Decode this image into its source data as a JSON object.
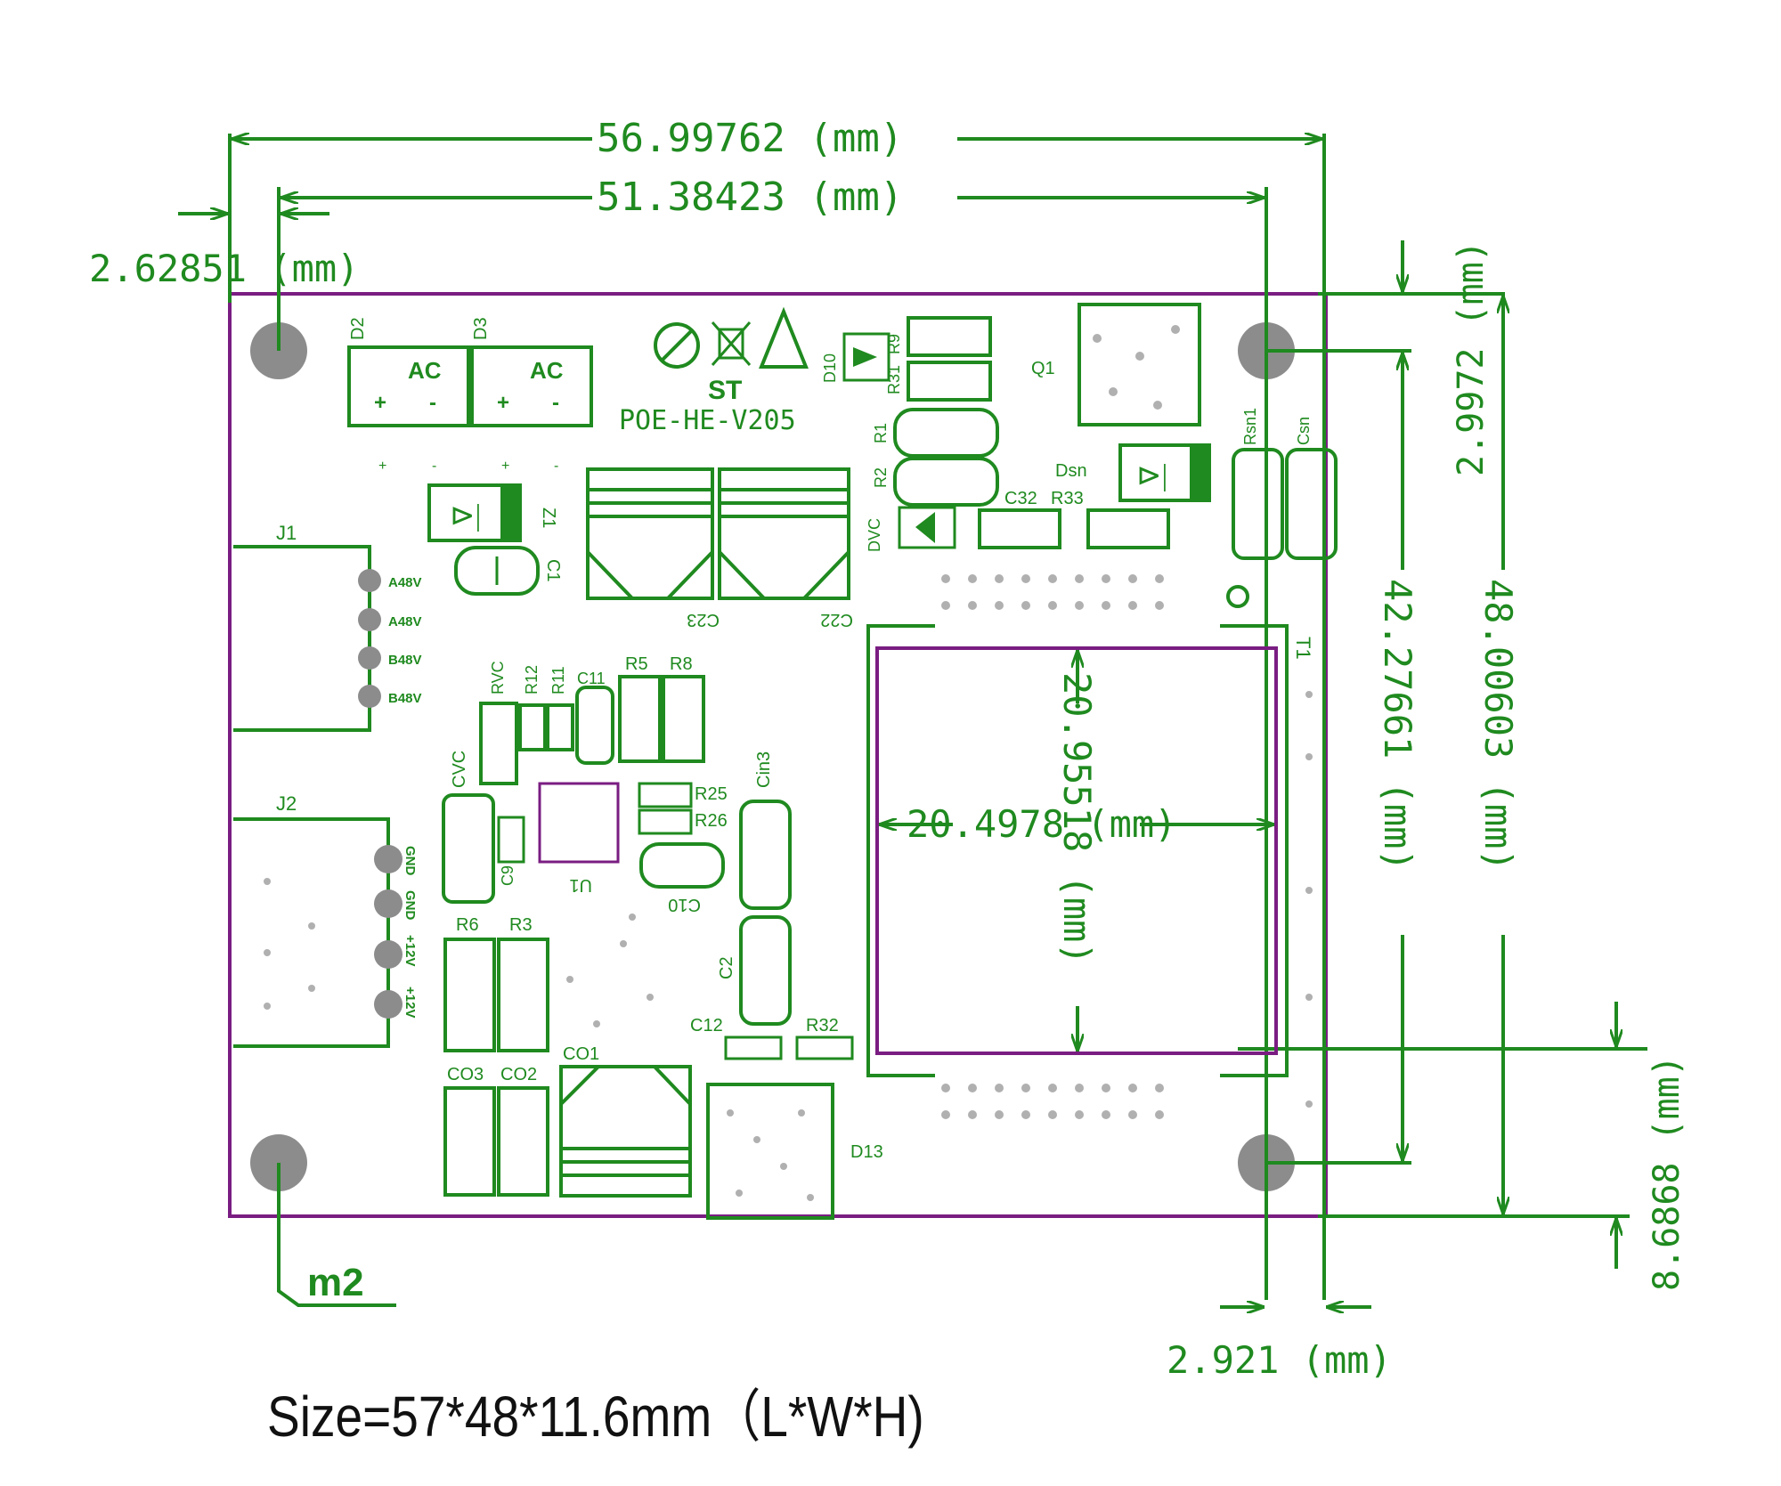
{
  "colors": {
    "dimension": "#1f8a1f",
    "board_outline": "#7a1d82",
    "silkscreen": "#1f8a1f",
    "hole": "#8c8c8c",
    "pin_dot": "#b0b0b0"
  },
  "dimensions": {
    "overall_length": "56.99762 (mm)",
    "hole_spacing_x": "51.38423 (mm)",
    "left_hole_offset": "2.62851 (mm)",
    "top_offset": "2.9972 (mm)",
    "hole_spacing_y": "42.27661 (mm)",
    "overall_width": "48.00603 (mm)",
    "bottom_offset": "8.6868 (mm)",
    "right_hole_offset": "2.921 (mm)",
    "transformer_width": "20.4978 (mm)",
    "transformer_height": "20.95518 (mm)"
  },
  "board": {
    "model": "POE-HE-V205",
    "logo_text": "ST",
    "mount_label": "m2"
  },
  "connectors": {
    "j1": {
      "ref": "J1",
      "pins": [
        "A48V",
        "A48V",
        "B48V",
        "B48V"
      ]
    },
    "j2": {
      "ref": "J2",
      "pins": [
        "GND",
        "GND",
        "+12V",
        "+12V"
      ]
    }
  },
  "components": {
    "d2": "D2",
    "d3": "D3",
    "ac": "AC",
    "plus": "+",
    "minus": "-",
    "z1": "Z1",
    "c1": "C1",
    "c23": "C23",
    "c22": "C22",
    "d10": "D10",
    "r9": "R9",
    "r31": "R31",
    "q1": "Q1",
    "r1": "R1",
    "r2": "R2",
    "dvc": "DVC",
    "c32": "C32",
    "r33": "R33",
    "dsn": "Dsn",
    "rsn1": "Rsn1",
    "csn": "Csn",
    "t1": "T1",
    "rvc": "RVC",
    "r12": "R12",
    "r11": "R11",
    "c11": "C11",
    "r5": "R5",
    "r8": "R8",
    "cvc": "CVC",
    "c9": "C9",
    "u1": "U1",
    "r25": "R25",
    "r26": "R26",
    "c10": "C10",
    "cin3": "Cin3",
    "c2": "C2",
    "r6": "R6",
    "r3": "R3",
    "c12": "C12",
    "r32": "R32",
    "co3": "CO3",
    "co2": "CO2",
    "co1": "CO1",
    "d13": "D13"
  },
  "caption": "Size=57*48*11.6mm（L*W*H)"
}
